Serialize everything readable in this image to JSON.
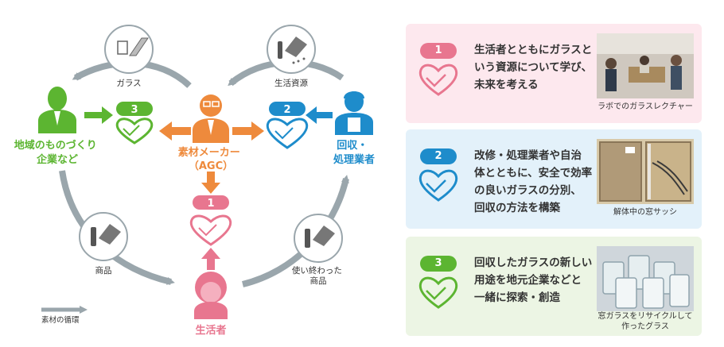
{
  "diagram": {
    "actors": {
      "local_business": "地域のものづくり\n企業など",
      "maker": "素材メーカー\n（AGC）",
      "collector": "回収・\n処理業者",
      "consumer": "生活者"
    },
    "flows": {
      "glass": "ガラス",
      "resources": "生活資源",
      "products": "商品",
      "used_products": "使い終わった\n商品"
    },
    "legend": "素材の循環",
    "badges": {
      "one": "1",
      "two": "2",
      "three": "3"
    }
  },
  "cards": [
    {
      "number": "1",
      "text": "生活者とともにガラスと\nいう資源について学び、\n未来を考える",
      "caption": "ラボでのガラスレクチャー",
      "color": "#e8768f"
    },
    {
      "number": "2",
      "text": "改修・処理業者や自治\n体とともに、安全で効率\nの良いガラスの分別、\n回収の方法を構築",
      "caption": "解体中の窓サッシ",
      "color": "#1e8ccb"
    },
    {
      "number": "3",
      "text": "回収したガラスの新しい\n用途を地元企業などと\n一緒に探索・創造",
      "caption": "窓ガラスをリサイクルして\n作ったグラス",
      "color": "#5cb531"
    }
  ],
  "colors": {
    "pink": "#e8768f",
    "blue": "#1e8ccb",
    "green": "#5cb531",
    "orange": "#ee8a3c",
    "gray": "#9aa6ac",
    "card1_bg": "#fde8ee",
    "card2_bg": "#e3f1fa",
    "card3_bg": "#ecf5e4"
  }
}
